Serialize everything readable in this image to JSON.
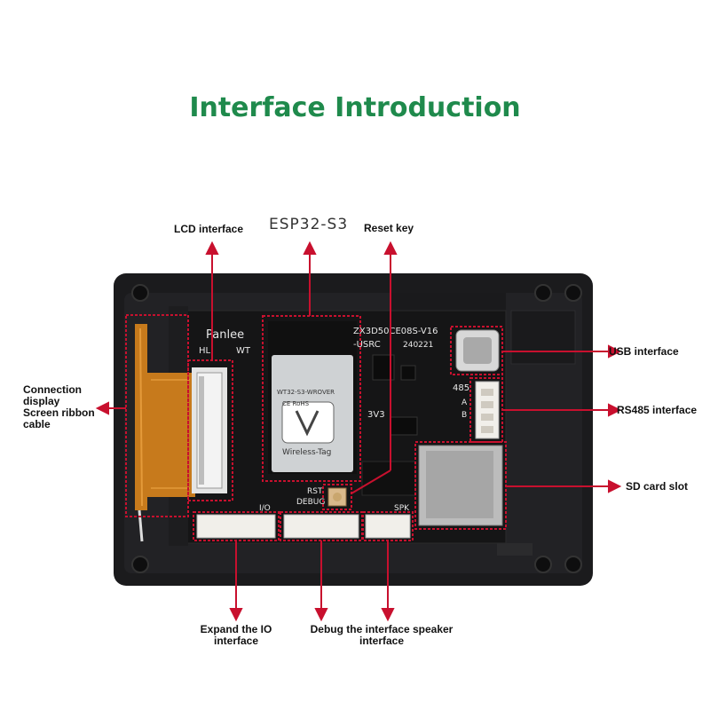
{
  "title": "Interface Introduction",
  "labels": {
    "lcd": "LCD interface",
    "esp32": "ESP32-S3",
    "reset": "Reset key",
    "usb": "USB interface",
    "rs485": "RS485 interface",
    "sd": "SD card slot",
    "connection": [
      "Connection",
      "display",
      "Screen ribbon",
      "cable"
    ],
    "expand": [
      "Expand the IO",
      "interface"
    ],
    "debug": [
      "Debug the interface speaker",
      "interface"
    ]
  },
  "board": {
    "brand": "Panlee",
    "model": "ZX3D50CE08S-V16",
    "usrc": "-USRC",
    "date": "240221",
    "hl": "HL",
    "wt": "WT",
    "module_name": "WT32-S3-WROVER",
    "ce_rohs": "CE RoHS",
    "module_brand": "Wireless-Tag",
    "v3v3": "3V3",
    "rs485": "485",
    "pin_a": "A",
    "pin_b": "B",
    "rst": "RST",
    "debug": "DEBUG",
    "io": "I/O",
    "spk": "SPK"
  },
  "colors": {
    "title": "#1f8a4c",
    "callout": "#c8102e"
  }
}
